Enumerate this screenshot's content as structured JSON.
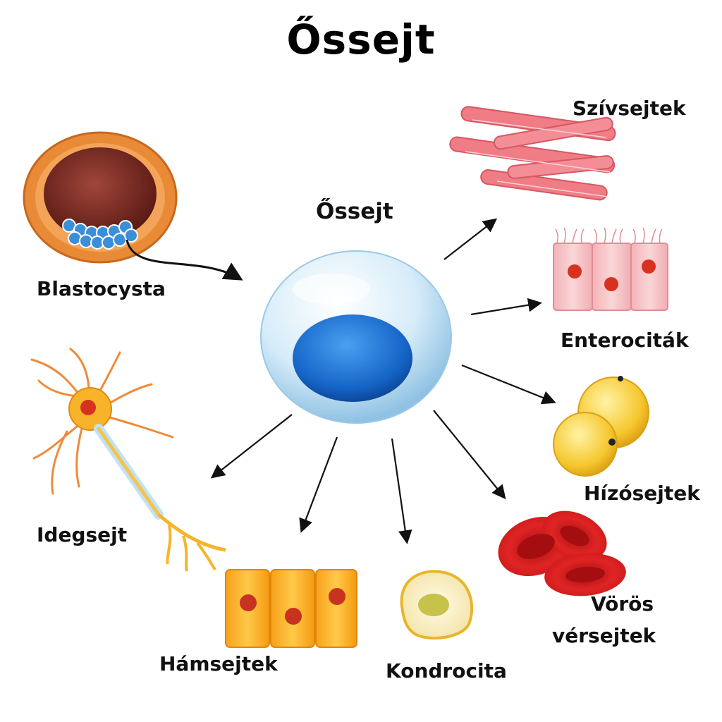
{
  "title": "Őssejt",
  "center_label": "Őssejt",
  "labels": {
    "blastocysta": "Blastocysta",
    "szivsejtek": "Szívsejtek",
    "enterocitak": "Enterociták",
    "hizosejtek": "Hízósejtek",
    "voros_line1": "Vörös",
    "voros_line2": "vérsejtek",
    "idegsejt": "Idegsejt",
    "hamsejtek": "Hámsejtek",
    "kondrocita": "Kondrocita"
  },
  "colors": {
    "stem_cell_membrane": "#dbeefa",
    "stem_cell_nucleus": "#1e6fd0",
    "muscle": "#f07c86",
    "enterocyte": "#f6c3c6",
    "fat": "#f4c531",
    "rbc": "#d91c1c",
    "epithelial": "#f9a81a",
    "neuron": "#f7b42a",
    "blastocyst": "#e98a36",
    "arrow": "#111111"
  }
}
